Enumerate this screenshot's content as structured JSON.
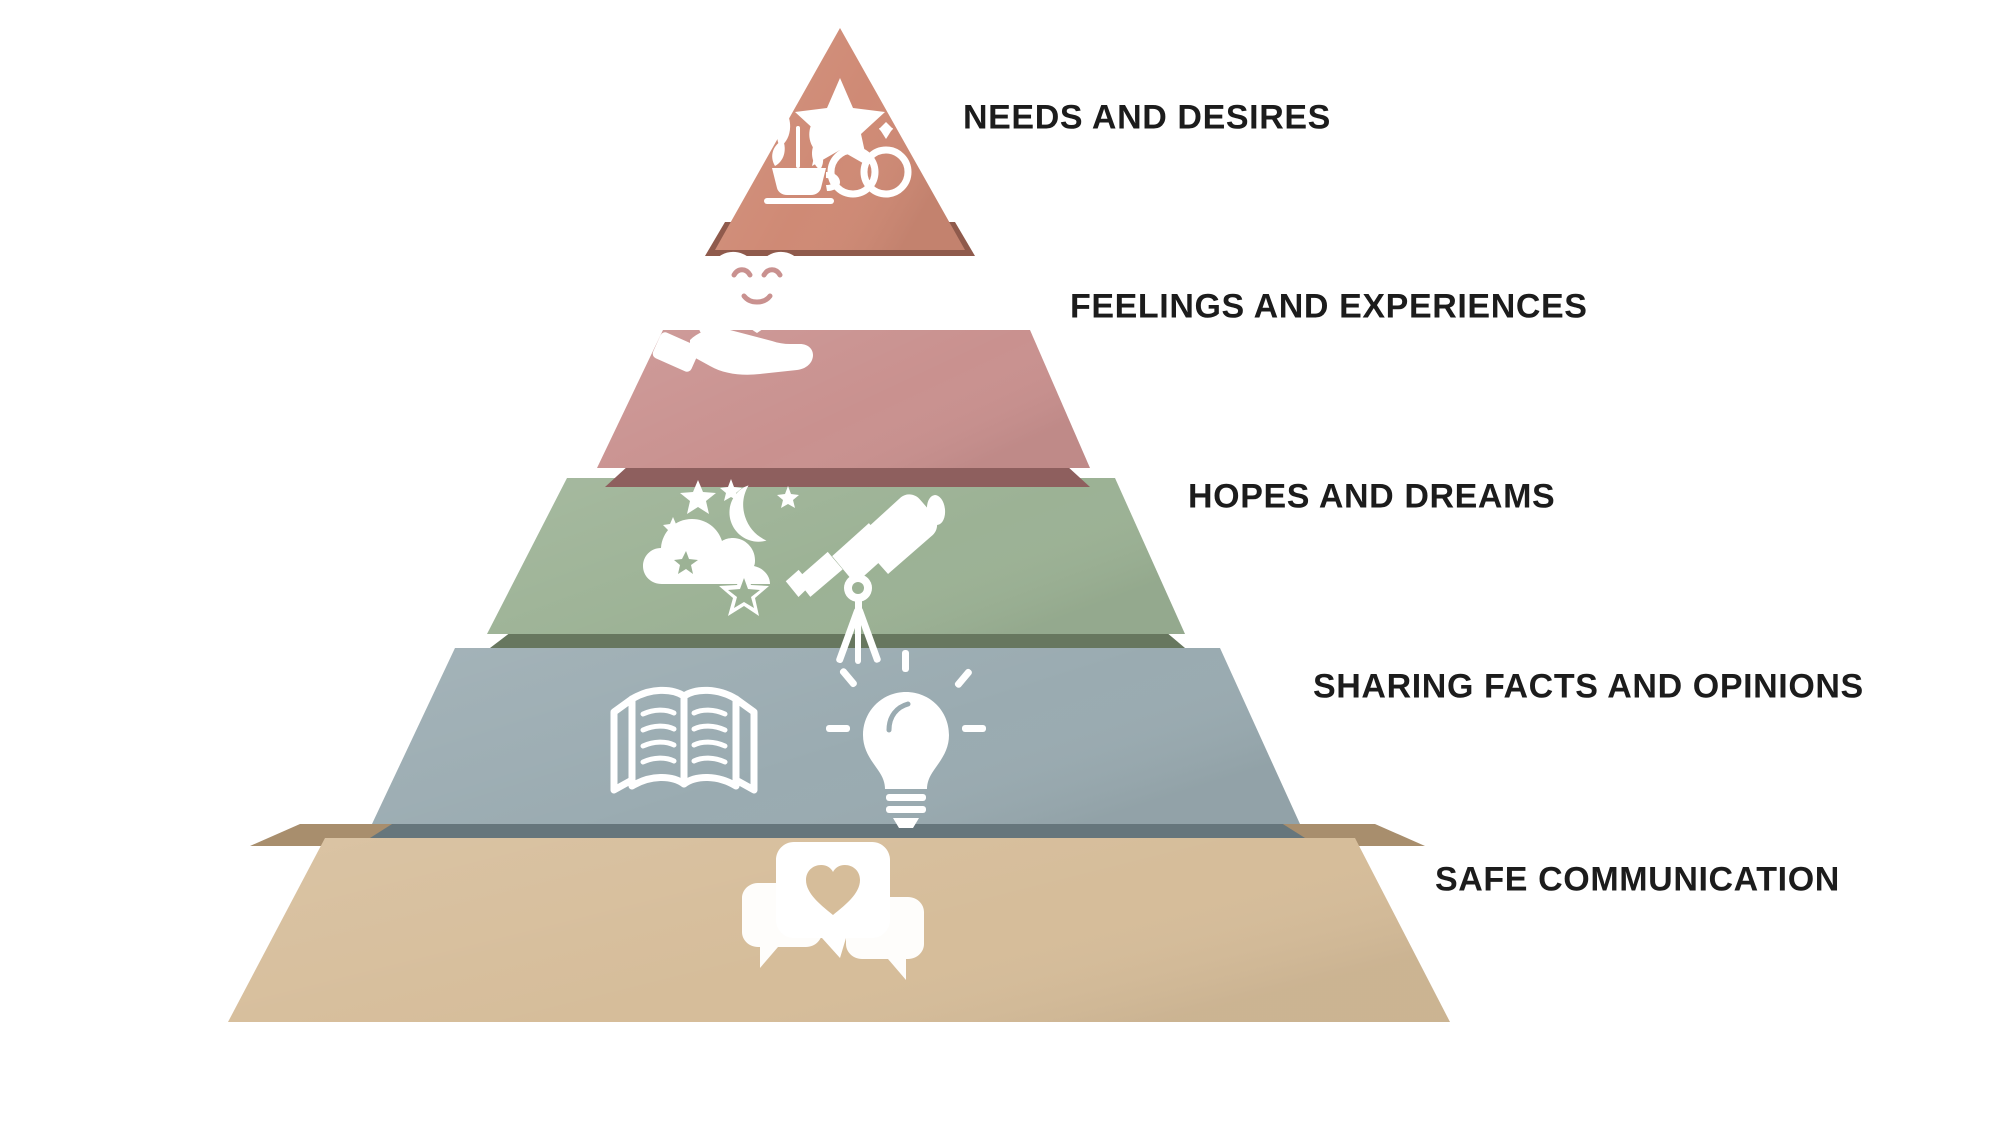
{
  "diagram": {
    "type": "pyramid",
    "title_visible": false,
    "background_color": "#ffffff",
    "label_color": "#1c1c1c",
    "icon_color": "#ffffff",
    "tiers": [
      {
        "index": 1,
        "position": "top",
        "label": "NEEDS AND DESIRES",
        "top_color": "#cf8a75",
        "edge_color": "#a96a59",
        "shadow_color": "#8f5a4c",
        "icons": [
          "star-icon",
          "potted-plant-cup-icon",
          "wedding-rings-icon"
        ]
      },
      {
        "index": 2,
        "position": "second",
        "label": "FEELINGS AND EXPERIENCES",
        "top_color": "#c9918f",
        "edge_color": "#a97170",
        "shadow_color": "#8e5f5e",
        "icons": [
          "smiling-heart-icon",
          "open-hand-icon"
        ]
      },
      {
        "index": 3,
        "position": "middle",
        "label": "HOPES AND DREAMS",
        "top_color": "#9cb295",
        "edge_color": "#7b9175",
        "shadow_color": "#67775f",
        "icons": [
          "cloud-moon-stars-icon",
          "telescope-icon"
        ]
      },
      {
        "index": 4,
        "position": "fourth",
        "label": "SHARING FACTS AND OPINIONS",
        "top_color": "#9aabb1",
        "edge_color": "#7a8b92",
        "shadow_color": "#66767c",
        "icons": [
          "open-book-icon",
          "lightbulb-icon"
        ]
      },
      {
        "index": 5,
        "position": "base",
        "label": "SAFE COMMUNICATION",
        "top_color": "#d6bd9a",
        "edge_color": "#bda280",
        "shadow_color": "#a88e6d",
        "icons": [
          "speech-bubbles-heart-icon"
        ]
      }
    ]
  }
}
